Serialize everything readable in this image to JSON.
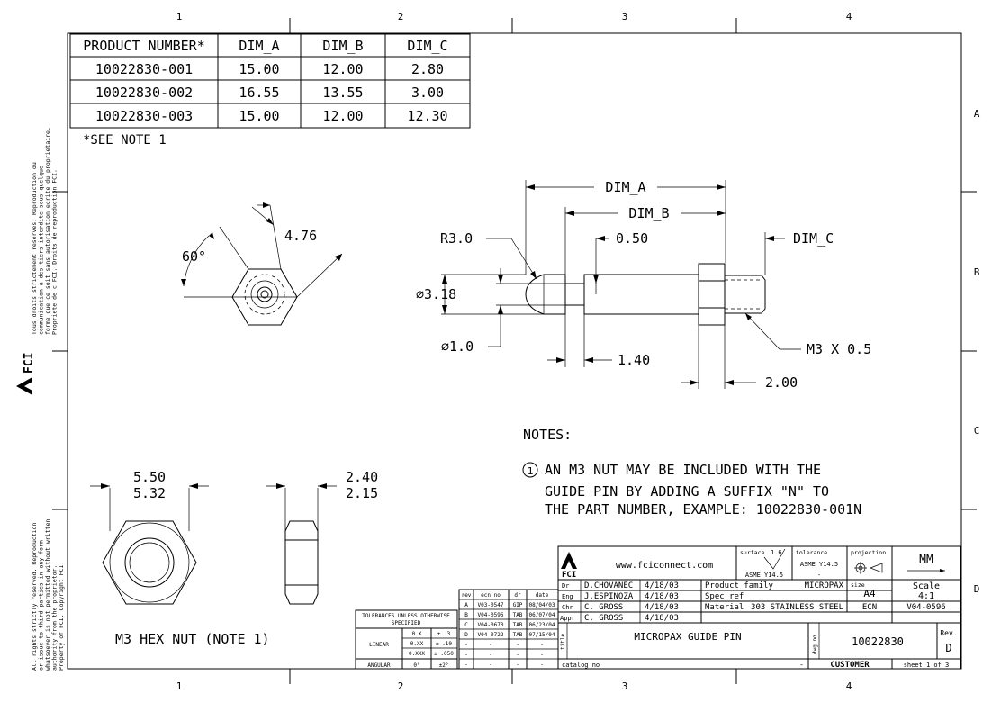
{
  "zones": {
    "top": [
      "1",
      "2",
      "3",
      "4"
    ],
    "bottom": [
      "1",
      "2",
      "3",
      "4"
    ],
    "right": [
      "A",
      "B",
      "C",
      "D"
    ]
  },
  "side_notes": {
    "upper": [
      "Tous droits strictement reserves. Reproduction ou",
      "communication a des tiers interdite sous quelque",
      "forme que ce soit sans autorisation ecrite du proprietaire.",
      "Propriete de c FCI. Droits de reproduction FCI."
    ],
    "lower": [
      "All rights strictly reserved. Reproduction",
      "or issue to third parties in any form",
      "whatsoever is not permitted without written",
      "authority from the proprietor.",
      "Property of FCI. Copyright FCI."
    ]
  },
  "dim_table": {
    "headers": [
      "PRODUCT NUMBER*",
      "DIM_A",
      "DIM_B",
      "DIM_C"
    ],
    "rows": [
      [
        "10022830-001",
        "15.00",
        "12.00",
        "2.80"
      ],
      [
        "10022830-002",
        "16.55",
        "13.55",
        "3.00"
      ],
      [
        "10022830-003",
        "15.00",
        "12.00",
        "12.30"
      ]
    ],
    "footnote": "*SEE NOTE 1"
  },
  "pin_view": {
    "angle": "60°",
    "hex_dim": "4.76"
  },
  "side_view": {
    "dim_a": "DIM_A",
    "dim_b": "DIM_B",
    "dim_c": "DIM_C",
    "radius": "R3.0",
    "d050": "0.50",
    "dia318": "⌀3.18",
    "dia10": "⌀1.0",
    "d140": "1.40",
    "d200": "2.00",
    "thread": "M3 X 0.5"
  },
  "notes": {
    "title": "NOTES:",
    "number": "1",
    "lines": [
      "AN M3 NUT MAY BE INCLUDED WITH THE",
      "GUIDE PIN BY ADDING A SUFFIX \"N\" TO",
      "THE PART NUMBER, EXAMPLE: 10022830-001N"
    ]
  },
  "nut": {
    "width1": "5.50",
    "width2": "5.32",
    "thick1": "2.40",
    "thick2": "2.15",
    "caption": "M3 HEX NUT (NOTE 1)"
  },
  "tolerance": {
    "title1": "TOLERANCES UNLESS OTHERWISE",
    "title2": "SPECIFIED",
    "linear_label": "LINEAR",
    "angular_label": "ANGULAR",
    "rows": [
      [
        "0.X",
        "± .3"
      ],
      [
        "0.XX",
        "± .10"
      ],
      [
        "0.XXX",
        "± .050"
      ]
    ],
    "angular": [
      "0°",
      "±2°"
    ]
  },
  "revisions": {
    "headers": [
      "rev",
      "ecn no",
      "dr",
      "date"
    ],
    "rows": [
      [
        "A",
        "V03-0547",
        "GIP",
        "08/04/03"
      ],
      [
        "B",
        "V04-0596",
        "TAB",
        "06/07/04"
      ],
      [
        "C",
        "V04-0670",
        "TAB",
        "06/23/04"
      ],
      [
        "D",
        "V04-0722",
        "TAB",
        "07/15/04"
      ],
      [
        "-",
        "-",
        "-",
        "-"
      ],
      [
        "-",
        "-",
        "-",
        "-"
      ],
      [
        "-",
        "-",
        "-",
        "-"
      ]
    ]
  },
  "title_block": {
    "brand": "FCI",
    "website": "www.fciconnect.com",
    "surface_label": "surface",
    "surface_value": "1.6",
    "surface_std": "ASME Y14.5",
    "tolerance_label": "tolerance",
    "tolerance_std": "ASME Y14.5",
    "tolerance_dash": "-",
    "projection_label": "projection",
    "units": "MM",
    "people": [
      [
        "Dr",
        "D.CHOVANEC",
        "4/18/03"
      ],
      [
        "Eng",
        "J.ESPINOZA",
        "4/18/03"
      ],
      [
        "Chr",
        "C. GROSS",
        "4/18/03"
      ],
      [
        "Appr",
        "C. GROSS",
        "4/18/03"
      ]
    ],
    "product_family_label": "Product family",
    "product_family": "MICROPAX",
    "spec_ref_label": "Spec ref",
    "material_label": "Material",
    "material": "303 STAINLESS STEEL",
    "size_label": "size",
    "size": "A4",
    "scale_label": "Scale",
    "scale": "4:1",
    "ecn_label": "ECN",
    "ecn": "V04-0596",
    "title_label": "title",
    "title": "MICROPAX GUIDE PIN",
    "dwg_label": "dwg no",
    "dwg_no": "10022830",
    "rev_label": "Rev.",
    "rev": "D",
    "catalog_label": "catalog no",
    "catalog_dash": "-",
    "customer": "CUSTOMER",
    "sheet": "sheet 1 of 3"
  }
}
